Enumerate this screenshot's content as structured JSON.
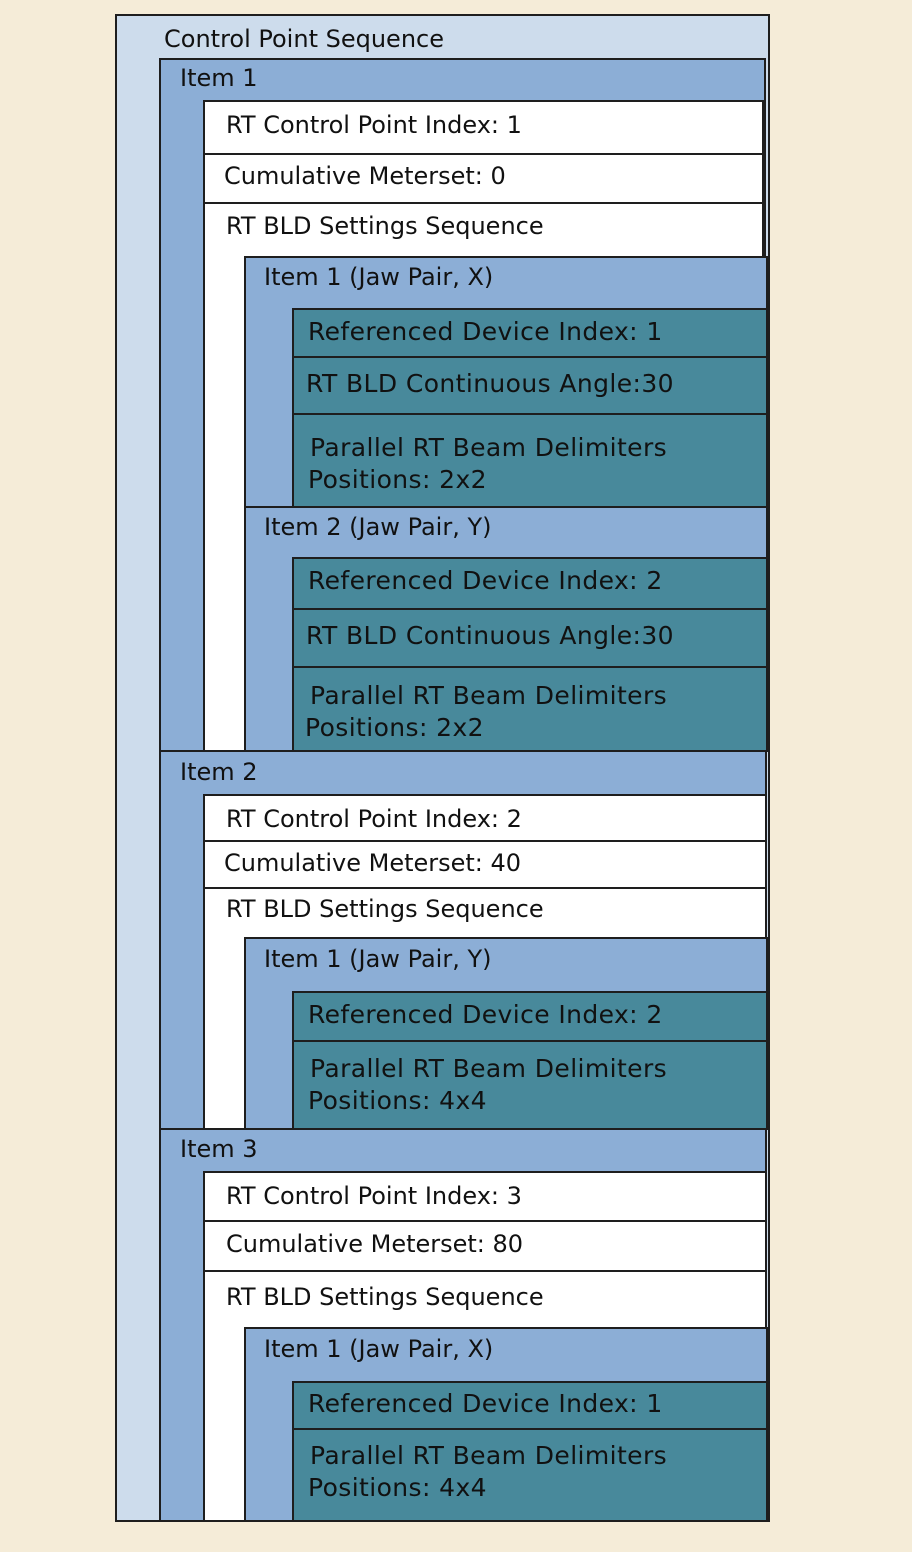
{
  "colors": {
    "background": "#f5ecd8",
    "sequence": "#cddcec",
    "item": "#8caed6",
    "attribute": "#ffffff",
    "nested_attribute": "#48899b",
    "border": "#1e1e1e"
  },
  "sequence_label": "Control Point Sequence",
  "items": [
    {
      "label": "Item 1",
      "control_point_index": "RT Control Point Index: 1",
      "cumulative_meterset": "Cumulative Meterset: 0",
      "bld_sequence": "RT BLD Settings Sequence",
      "sub_items": [
        {
          "label": "Item 1 (Jaw Pair, X)",
          "device_index": "Referenced Device Index: 1",
          "continuous_angle": "RT BLD Continuous Angle:30",
          "positions_line1": "Parallel RT Beam Delimiters",
          "positions_line2": "Positions: 2x2"
        },
        {
          "label": "Item 2 (Jaw Pair, Y)",
          "device_index": "Referenced Device Index: 2",
          "continuous_angle": "RT BLD Continuous Angle:30",
          "positions_line1": "Parallel RT Beam Delimiters",
          "positions_line2": "Positions: 2x2"
        }
      ]
    },
    {
      "label": "Item 2",
      "control_point_index": "RT Control Point Index: 2",
      "cumulative_meterset": "Cumulative Meterset: 40",
      "bld_sequence": "RT BLD Settings Sequence",
      "sub_items": [
        {
          "label": "Item 1 (Jaw Pair, Y)",
          "device_index": "Referenced Device Index: 2",
          "positions_line1": "Parallel RT Beam Delimiters",
          "positions_line2": "Positions: 4x4"
        }
      ]
    },
    {
      "label": "Item 3",
      "control_point_index": "RT Control Point Index: 3",
      "cumulative_meterset": "Cumulative Meterset: 80",
      "bld_sequence": "RT BLD Settings Sequence",
      "sub_items": [
        {
          "label": "Item 1 (Jaw Pair, X)",
          "device_index": "Referenced Device Index: 1",
          "positions_line1": "Parallel RT Beam Delimiters",
          "positions_line2": "Positions: 4x4"
        }
      ]
    }
  ]
}
